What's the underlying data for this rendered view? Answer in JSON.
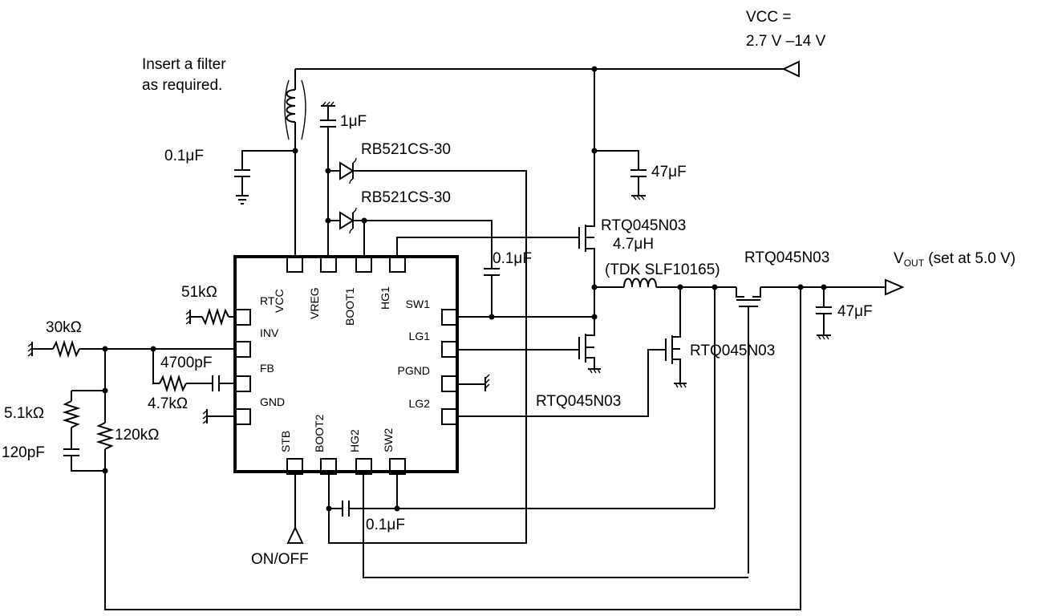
{
  "vcc": {
    "line1": "VCC =",
    "line2": "2.7 V –14 V"
  },
  "filter_note": {
    "line1": "Insert a filter",
    "line2": "as required."
  },
  "parts": {
    "c_vcc": "0.1μF",
    "c_vreg": "1μF",
    "diode1": "RB521CS-30",
    "diode2": "RB521CS-30",
    "c_in": "47μF",
    "fet_hg1": "RTQ045N03",
    "inductor_value": "4.7μH",
    "inductor_part": "(TDK SLF10165)",
    "fet_out": "RTQ045N03",
    "c_boot1": "0.1μF",
    "r_rt": "51kΩ",
    "r_inv": "30kΩ",
    "c_fb": "4700pF",
    "r_fb": "4.7kΩ",
    "r_comp": "5.1kΩ",
    "c_comp": "120pF",
    "r_div": "120kΩ",
    "fet_hg2": "RTQ045N03",
    "fet_lg1": "RTQ045N03",
    "c_boot2": "0.1μF",
    "c_out": "47μF"
  },
  "vout": {
    "v": "V",
    "sub": "OUT",
    "rest": " (set at 5.0 V)"
  },
  "onoff": "ON/OFF",
  "ic_pins": {
    "vcc": "VCC",
    "vreg": "VREG",
    "boot1": "BOOT1",
    "hg1": "HG1",
    "rt": "RT",
    "inv": "INV",
    "fb": "FB",
    "gnd": "GND",
    "sw1": "SW1",
    "lg1": "LG1",
    "pgnd": "PGND",
    "lg2": "LG2",
    "stb": "STB",
    "boot2": "BOOT2",
    "hg2": "HG2",
    "sw2": "SW2"
  }
}
